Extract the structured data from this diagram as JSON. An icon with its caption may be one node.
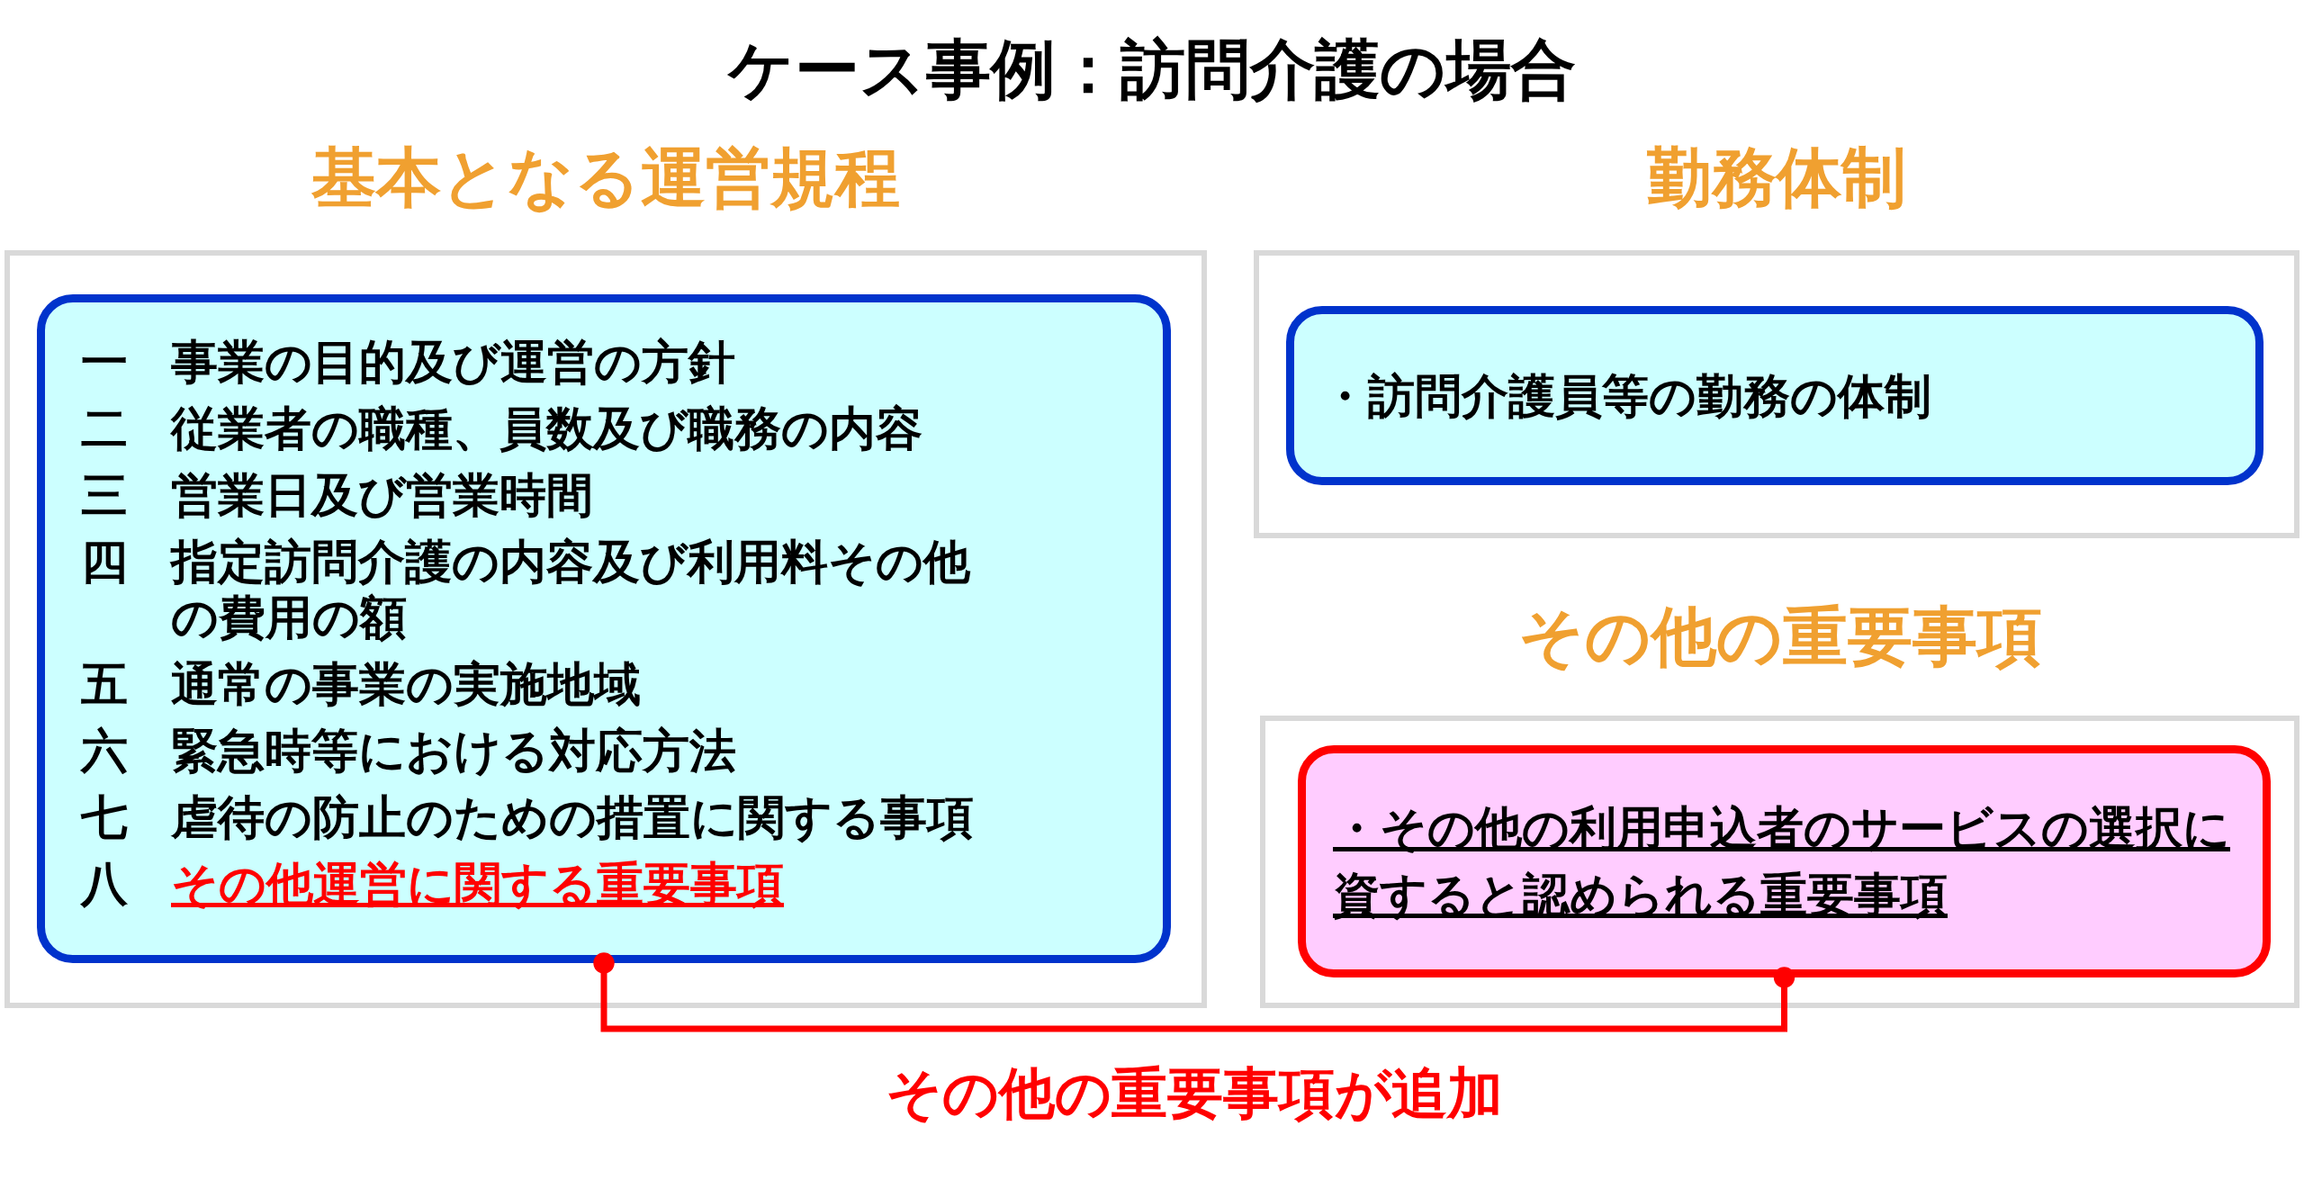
{
  "diagram": {
    "title": "ケース事例：訪問介護の場合",
    "nodes": [
      {
        "text": [
          "基本となる運営規程"
        ]
      },
      {
        "text": [
          "一",
          "事業の目的及び運営の方針",
          "二",
          "従業者の職種、員数及び職務の内容",
          "三",
          "営業日及び営業時間",
          "四",
          "指定訪問介護の内容及び利用料その他の費用の額",
          "五",
          "通常の事業の実施地域",
          "六",
          "緊急時等における対応方法",
          "七",
          "虐待の防止のための措置に関する事項",
          "八",
          "その他運営に関する重要事項"
        ],
        "in": 0
      },
      {
        "text": [
          "勤務体制"
        ]
      },
      {
        "text": [
          "・訪問介護員等の勤務の体制"
        ],
        "in": 2
      },
      {
        "text": [
          "その他の重要事項"
        ]
      },
      {
        "text": [
          "・その他の利用申込者のサービスの選択に資すると認められる重要事項"
        ],
        "in": 4
      }
    ],
    "edges": [
      {
        "from": 1,
        "to": 5,
        "arrow": "other",
        "label": "その他の重要事項が追加",
        "color": "#ff0000"
      }
    ]
  }
}
